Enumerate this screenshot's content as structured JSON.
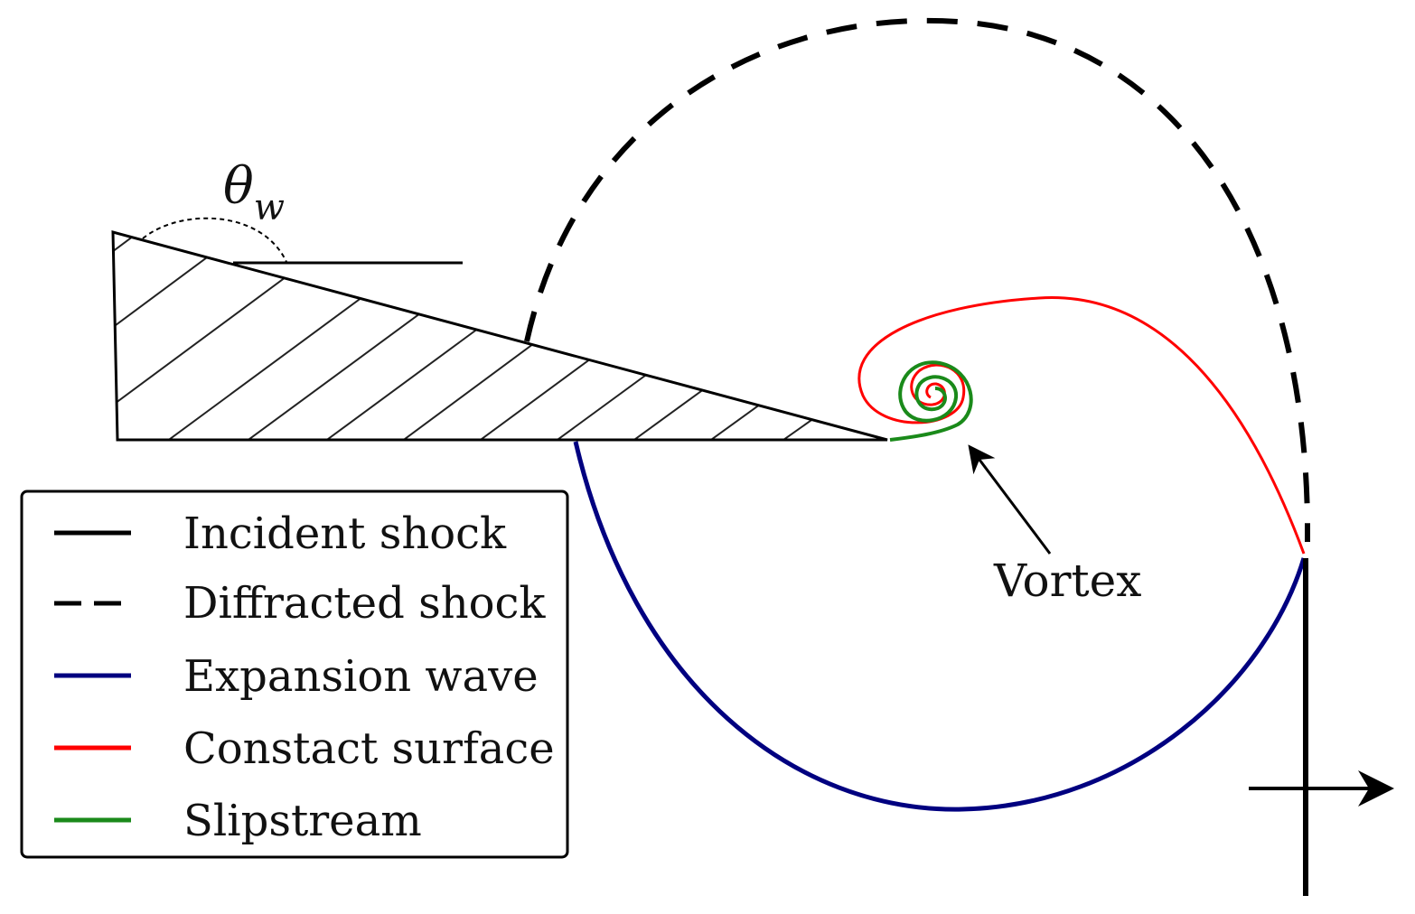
{
  "diagram": {
    "angle_symbol": "θ",
    "angle_subscript": "w",
    "vortex_label": "Vortex",
    "colors": {
      "incident_shock": "#000000",
      "diffracted_shock": "#000000",
      "expansion_wave": "#000080",
      "contact_surface": "#ff0000",
      "slipstream": "#1a8a1a"
    }
  },
  "legend": {
    "items": [
      {
        "label": "Incident shock",
        "style": "solid",
        "color": "#000000"
      },
      {
        "label": "Diffracted shock",
        "style": "dashed",
        "color": "#000000"
      },
      {
        "label": "Expansion wave",
        "style": "solid",
        "color": "#000080"
      },
      {
        "label": "Constact surface",
        "style": "solid",
        "color": "#ff0000"
      },
      {
        "label": "Slipstream",
        "style": "solid",
        "color": "#1a8a1a"
      }
    ]
  }
}
